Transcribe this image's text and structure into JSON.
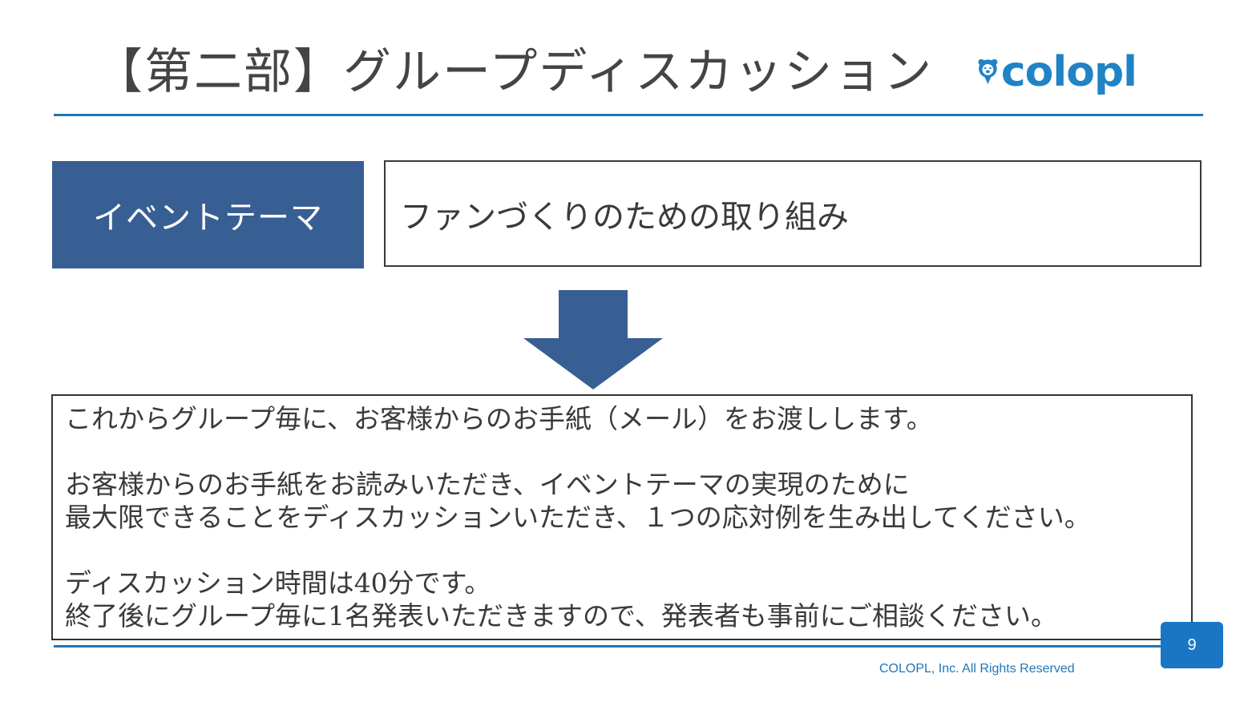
{
  "header": {
    "title": "【第二部】グループディスカッション",
    "logo_text": "colopl"
  },
  "theme": {
    "label": "イベントテーマ",
    "value": "ファンづくりのための取り組み"
  },
  "instructions": {
    "line1": "これからグループ毎に、お客様からのお手紙（メール）をお渡しします。",
    "line2": "お客様からのお手紙をお読みいただき、イベントテーマの実現のために",
    "line3": "最大限できることをディスカッションいただき、１つの応対例を生み出してください。",
    "line4": "ディスカッション時間は40分です。",
    "line5": "終了後にグループ毎に1名発表いただきますので、発表者も事前にご相談ください。"
  },
  "footer": {
    "page_number": "9",
    "copyright": "COLOPL, Inc. All Rights Reserved"
  },
  "colors": {
    "accent_blue": "#1f76b6",
    "theme_label_bg": "#385f93",
    "logo_blue": "#1f83c6"
  },
  "icons": {
    "logo_mark": "bear-pin-icon",
    "arrow": "down-arrow-icon"
  }
}
